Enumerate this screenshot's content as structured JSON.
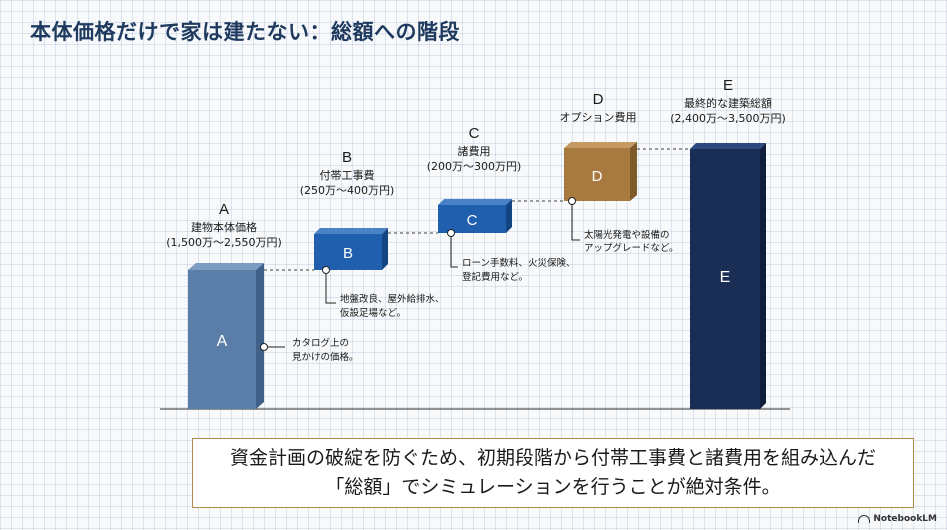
{
  "title": "本体価格だけで家は建たない：総額への階段",
  "steps": [
    {
      "letter": "A",
      "name": "建物本体価格",
      "range": "(1,500万〜2,550万円)",
      "note": [
        "カタログ上の",
        "見かけの価格。"
      ]
    },
    {
      "letter": "B",
      "name": "付帯工事費",
      "range": "(250万〜400万円)",
      "note": [
        "地盤改良、屋外給排水、",
        "仮設足場など。"
      ]
    },
    {
      "letter": "C",
      "name": "諸費用",
      "range": "(200万〜300万円)",
      "note": [
        "ローン手数料、火災保険、",
        "登記費用など。"
      ]
    },
    {
      "letter": "D",
      "name": "オプション費用",
      "range": "",
      "note": [
        "太陽光発電や設備の",
        "アップグレードなど。"
      ]
    },
    {
      "letter": "E",
      "name": "最終的な建築総額",
      "range": "(2,400万〜3,500万円)",
      "note": []
    }
  ],
  "callout": {
    "line1": "資金計画の破綻を防ぐため、初期段階から付帯工事費と諸費用を組み込んだ",
    "line2": "「総額」でシミュレーションを行うことが絶対条件。"
  },
  "brand": "NotebookLM",
  "colors": {
    "A": "#5b7ea8",
    "B": "#1f5fae",
    "C": "#1f5fae",
    "D": "#a87a3f",
    "E": "#1a2e55",
    "title": "#1f3a5f"
  }
}
